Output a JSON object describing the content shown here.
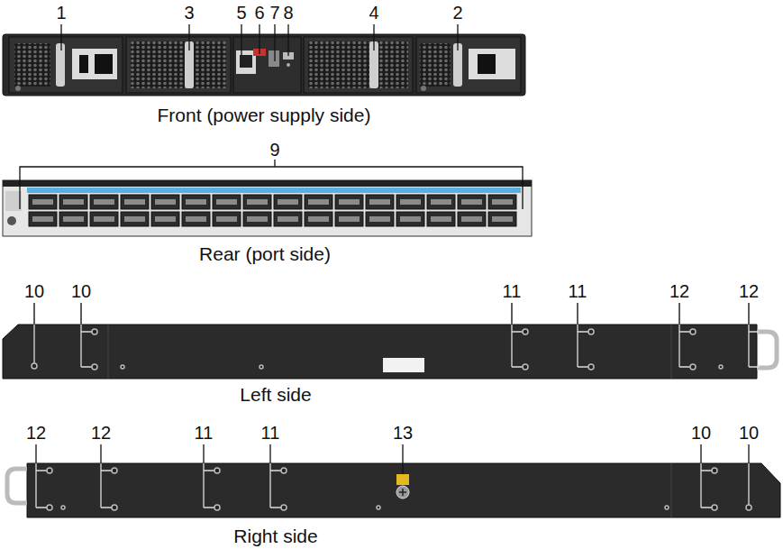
{
  "diagram": {
    "labels": [
      "1",
      "3",
      "5",
      "6",
      "7",
      "8",
      "4",
      "2",
      "Front (power supply side)",
      "9",
      "Rear (port side)",
      "10",
      "10",
      "11",
      "11",
      "12",
      "12",
      "Left side",
      "12",
      "12",
      "11",
      "11",
      "13",
      "10",
      "10",
      "Right side"
    ]
  }
}
